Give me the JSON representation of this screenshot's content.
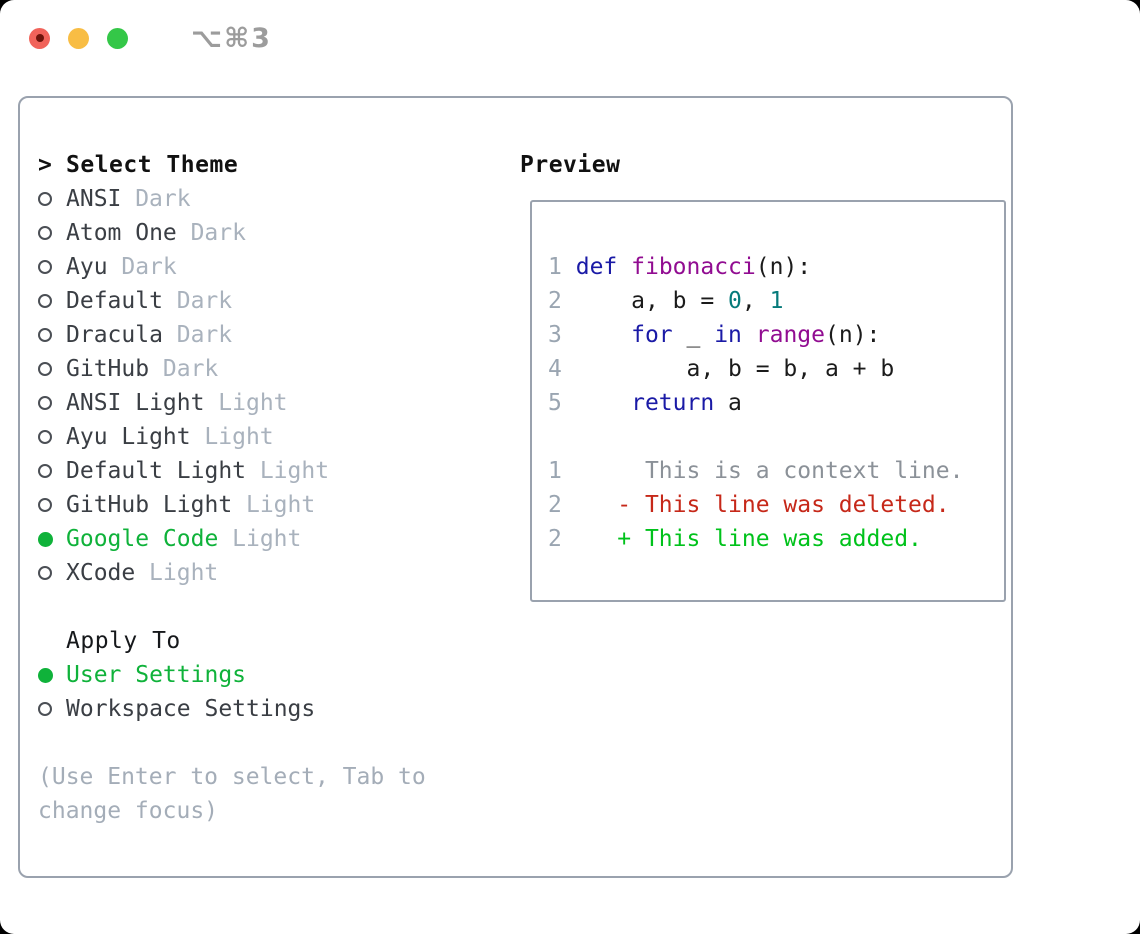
{
  "window": {
    "title": "⌥⌘3",
    "controls": [
      "close",
      "minimize",
      "zoom"
    ]
  },
  "theme_picker": {
    "header_prompt": ">",
    "header": "Select Theme",
    "items": [
      {
        "name": "ANSI",
        "variant": "Dark",
        "selected": false
      },
      {
        "name": "Atom One",
        "variant": "Dark",
        "selected": false
      },
      {
        "name": "Ayu",
        "variant": "Dark",
        "selected": false
      },
      {
        "name": "Default",
        "variant": "Dark",
        "selected": false
      },
      {
        "name": "Dracula",
        "variant": "Dark",
        "selected": false
      },
      {
        "name": "GitHub",
        "variant": "Dark",
        "selected": false
      },
      {
        "name": "ANSI Light",
        "variant": "Light",
        "selected": false
      },
      {
        "name": "Ayu Light",
        "variant": "Light",
        "selected": false
      },
      {
        "name": "Default Light",
        "variant": "Light",
        "selected": false
      },
      {
        "name": "GitHub Light",
        "variant": "Light",
        "selected": false
      },
      {
        "name": "Google Code",
        "variant": "Light",
        "selected": true
      },
      {
        "name": "XCode",
        "variant": "Light",
        "selected": false
      }
    ],
    "apply_to": {
      "header": "Apply To",
      "options": [
        {
          "label": "User Settings",
          "selected": true
        },
        {
          "label": "Workspace Settings",
          "selected": false
        }
      ]
    },
    "help": "(Use Enter to select, Tab to change focus)"
  },
  "preview": {
    "label": "Preview",
    "code_lines": [
      {
        "num": "1",
        "tokens": [
          [
            "kw",
            "def"
          ],
          [
            "pl",
            " "
          ],
          [
            "fn",
            "fibonacci"
          ],
          [
            "pl",
            "(n):"
          ]
        ]
      },
      {
        "num": "2",
        "tokens": [
          [
            "pl",
            "    a, b = "
          ],
          [
            "num",
            "0"
          ],
          [
            "pl",
            ", "
          ],
          [
            "num",
            "1"
          ]
        ]
      },
      {
        "num": "3",
        "tokens": [
          [
            "pl",
            "    "
          ],
          [
            "kw",
            "for"
          ],
          [
            "pl",
            " _ "
          ],
          [
            "kw",
            "in"
          ],
          [
            "pl",
            " "
          ],
          [
            "fn",
            "range"
          ],
          [
            "pl",
            "(n):"
          ]
        ]
      },
      {
        "num": "4",
        "tokens": [
          [
            "pl",
            "        a, b = b, a + b"
          ]
        ]
      },
      {
        "num": "5",
        "tokens": [
          [
            "pl",
            "    "
          ],
          [
            "kw",
            "return"
          ],
          [
            "pl",
            " a"
          ]
        ]
      }
    ],
    "diff_lines": [
      {
        "num": "1",
        "type": "context",
        "text": "  This is a context line."
      },
      {
        "num": "2",
        "type": "deleted",
        "text": "- This line was deleted."
      },
      {
        "num": "2",
        "type": "added",
        "text": "+ This line was added."
      }
    ]
  },
  "colors": {
    "selected_green": "#0fb23a",
    "keyword_blue": "#1a1aa6",
    "function_purple": "#910c91",
    "number_teal": "#067a7a",
    "muted_gray": "#a9b2bd",
    "line_number_gray": "#9aa5b1",
    "diff_context": "#8b9198",
    "diff_deleted_red": "#c62819",
    "diff_added_green": "#00c21b",
    "panel_border": "#9aa2ae",
    "traffic_red": "#f1635a",
    "traffic_yellow": "#f8bd44",
    "traffic_green": "#34c748"
  }
}
